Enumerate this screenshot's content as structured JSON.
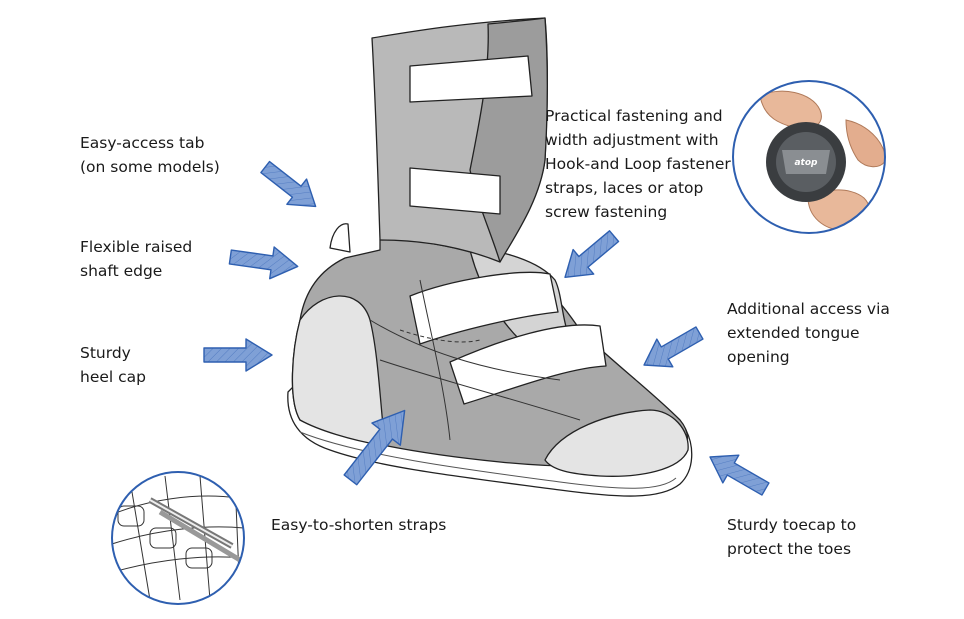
{
  "labels": {
    "easy_access_tab": [
      "Easy-access tab",
      "(on some models)"
    ],
    "flexible_shaft": [
      "Flexible raised",
      "shaft edge"
    ],
    "heel_cap": [
      "Sturdy",
      "heel cap"
    ],
    "straps": [
      "Easy-to-shorten straps"
    ],
    "fastening": [
      "Practical fastening and",
      "width adjustment with",
      "Hook-and Loop fastener",
      "straps, laces or atop",
      "screw fastening"
    ],
    "tongue": [
      "Additional access via",
      "extended tongue",
      "opening"
    ],
    "toecap": [
      "Sturdy toecap to",
      "protect the toes"
    ]
  },
  "inset_logo": "atop",
  "colors": {
    "arrow_fill": "#7fa0d6",
    "arrow_stroke": "#2e5fb0",
    "shaft": "#b9b9b9",
    "shaft_dark": "#9c9c9c",
    "upper": "#a9a9a9",
    "cap": "#e4e4e4",
    "sole": "#ffffff",
    "outline": "#222222",
    "strap": "#ffffff"
  }
}
